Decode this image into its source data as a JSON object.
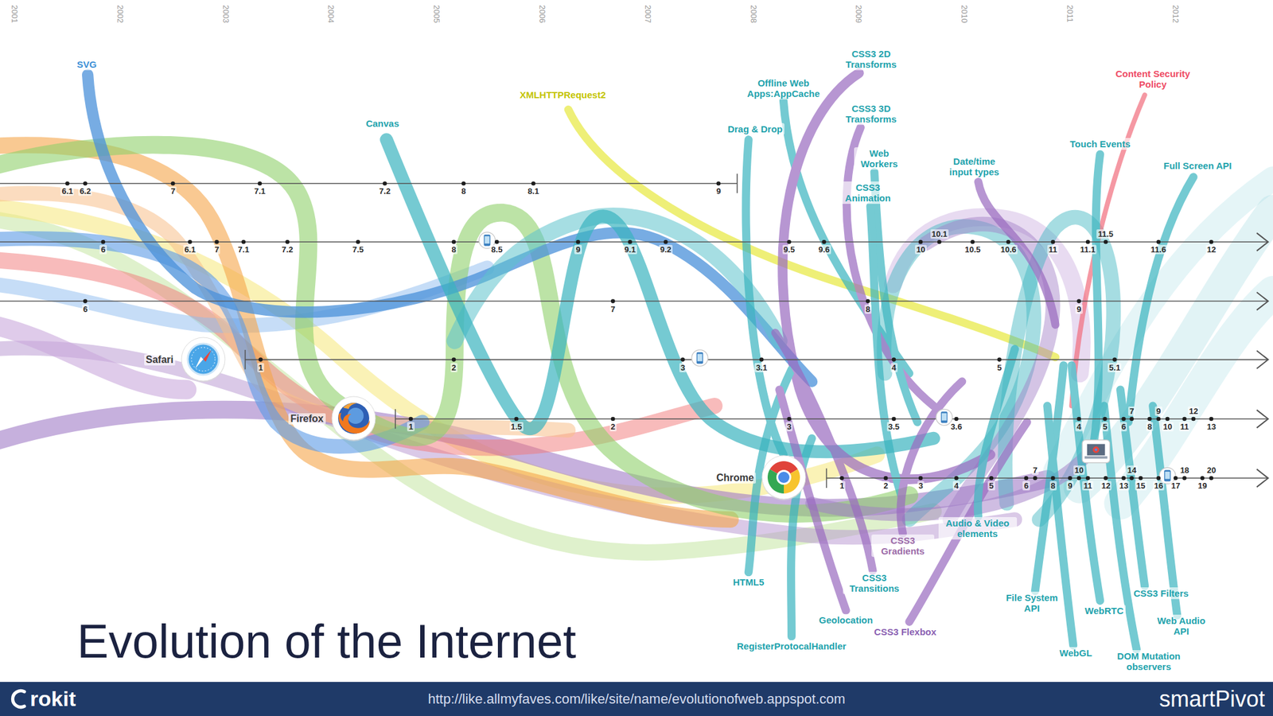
{
  "diagram": {
    "title": "Evolution of the Internet",
    "nodes": [
      {
        "text": [
          "Safari"
        ]
      },
      {
        "text": [
          "Firefox"
        ]
      },
      {
        "text": [
          "Chrome"
        ]
      }
    ],
    "labels": [
      "2001",
      "2002",
      "2003",
      "2004",
      "2005",
      "2006",
      "2007",
      "2008",
      "2009",
      "2010",
      "2011",
      "2012",
      "6.1",
      "6.2",
      "7",
      "7.1",
      "7.2",
      "8",
      "8.1",
      "9",
      "6",
      "6.1",
      "7",
      "7.1",
      "7.2",
      "7.5",
      "8",
      "8.5",
      "9",
      "9.1",
      "9.2",
      "9.5",
      "9.6",
      "10",
      "10.1",
      "10.5",
      "10.6",
      "11",
      "11.1",
      "11.5",
      "11.6",
      "12",
      "6",
      "7",
      "8",
      "9",
      "1",
      "2",
      "3",
      "3.1",
      "4",
      "5",
      "5.1",
      "1",
      "1.5",
      "2",
      "3",
      "3.5",
      "3.6",
      "4",
      "5",
      "6",
      "7",
      "8",
      "9",
      "10",
      "11",
      "12",
      "13",
      "1",
      "2",
      "3",
      "4",
      "5",
      "6",
      "7",
      "8",
      "9",
      "10",
      "11",
      "12",
      "13",
      "14",
      "15",
      "16",
      "17",
      "18",
      "19",
      "20",
      "SVG",
      "XMLHTTPRequest2",
      "Canvas",
      "Offline Web Apps:AppCache",
      "CSS3 2D Transforms",
      "Drag & Drop",
      "CSS3 3D Transforms",
      "Web Workers",
      "CSS3 Animation",
      "Date/time input types",
      "Content Security Policy",
      "Touch Events",
      "Full Screen API",
      "HTML5",
      "RegisterProtocalHandler",
      "CSS3 Transitions",
      "CSS3 Gradients",
      "Geolocation",
      "CSS3 Flexbox",
      "Audio & Video elements",
      "File System API",
      "WebRTC",
      "WebGL",
      "CSS3 Filters",
      "Web Audio API",
      "DOM Mutation observers",
      "http://like.allmyfaves.com/like/site/name/evolutionofweb.appspot.com",
      "rokit",
      "smartPivot"
    ]
  }
}
